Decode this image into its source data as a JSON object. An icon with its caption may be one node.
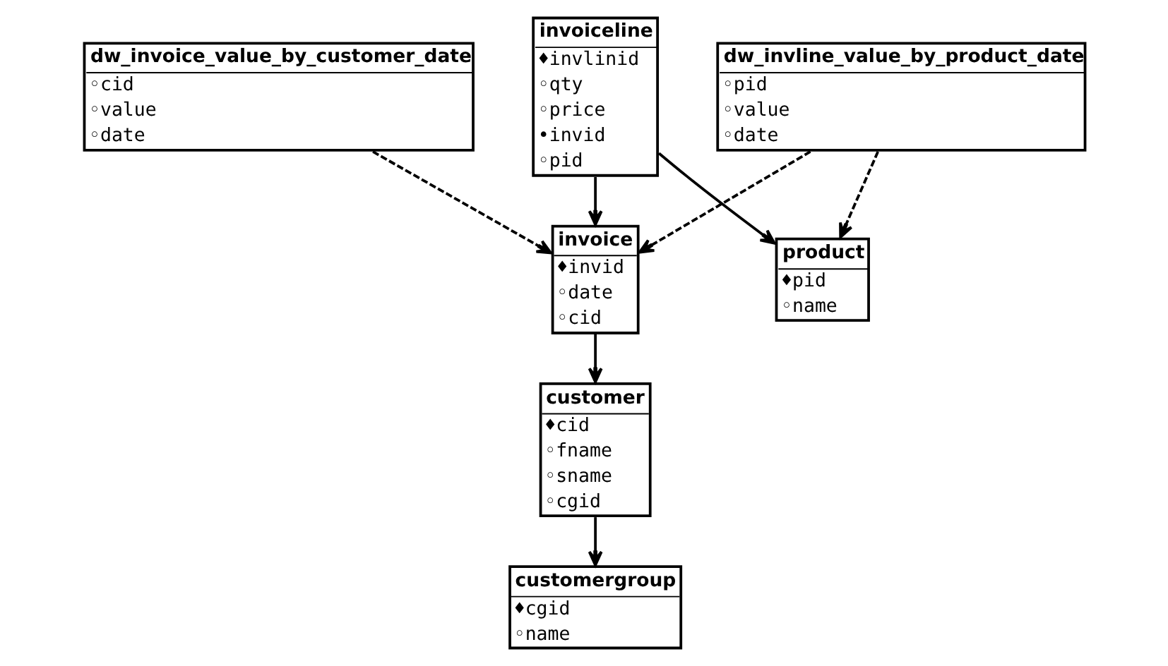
{
  "diagram": {
    "nodes": [
      {
        "text": [
          "dw_invoice_value_by_customer_date",
          "◦cid",
          "◦value",
          "◦date"
        ]
      },
      {
        "text": [
          "customer",
          "♦cid",
          "◦fname",
          "◦sname",
          "◦cgid"
        ]
      },
      {
        "text": [
          "invoice",
          "♦invid",
          "◦date",
          "◦cid"
        ]
      },
      {
        "text": [
          "dw_invline_value_by_product_date",
          "◦pid",
          "◦value",
          "◦date"
        ]
      },
      {
        "text": [
          "invoiceline",
          "♦invlinid",
          "◦qty",
          "◦price",
          "•invid",
          "◦pid"
        ]
      },
      {
        "text": [
          "product",
          "♦pid",
          "◦name"
        ]
      },
      {
        "text": [
          "customergroup",
          "♦cgid",
          "◦name"
        ]
      }
    ],
    "edges": [
      {
        "from": 2,
        "to": 1,
        "arrow": "to"
      },
      {
        "from": 1,
        "to": 6,
        "arrow": "to"
      },
      {
        "from": 4,
        "to": 2,
        "arrow": "to"
      },
      {
        "from": 4,
        "to": 5,
        "arrow": "to"
      },
      {
        "from": 0,
        "to": 2,
        "arrow": "to",
        "style": "dashed"
      },
      {
        "from": 3,
        "to": 2,
        "arrow": "to",
        "style": "dashed"
      },
      {
        "from": 3,
        "to": 5,
        "arrow": "to",
        "style": "dashed"
      }
    ]
  }
}
